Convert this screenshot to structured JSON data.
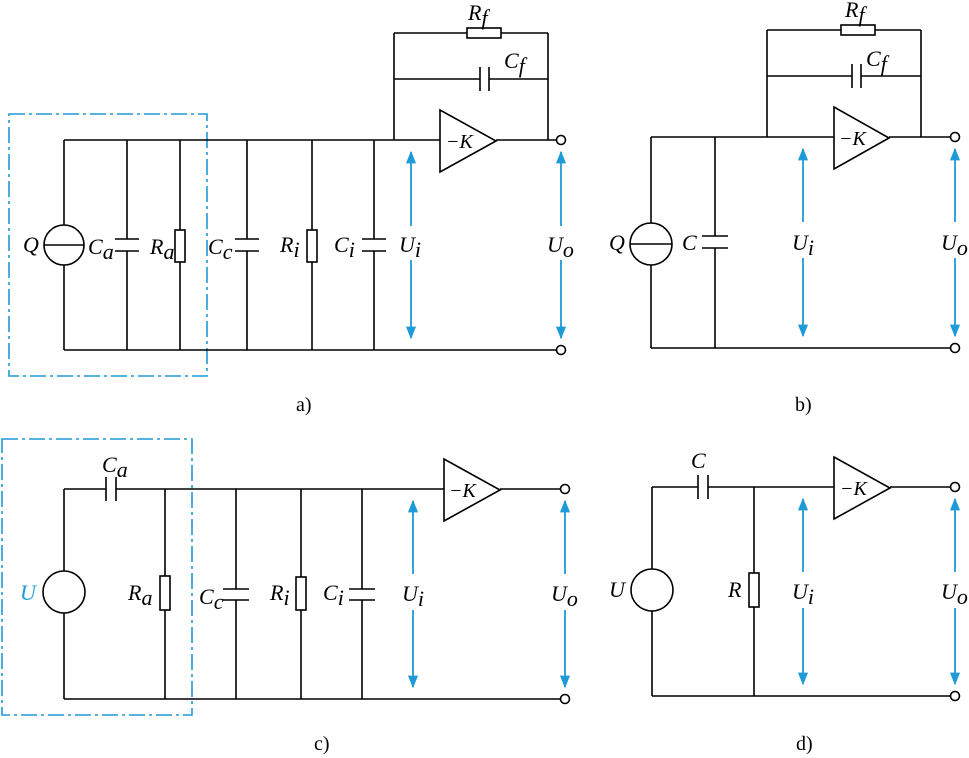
{
  "labels": {
    "Q": "Q",
    "U": "U",
    "K": "−K",
    "C": "C",
    "R": "R",
    "Ui": "U",
    "Uo": "U",
    "sub_a": "a",
    "sub_c": "c",
    "sub_i": "i",
    "sub_o": "o",
    "sub_f": "f",
    "Rf": "R",
    "Cf": "C",
    "Ca": "C",
    "Ra": "R",
    "Cc": "C",
    "Ri": "R",
    "Ci": "C"
  },
  "captions": {
    "a": "a)",
    "b": "b)",
    "c": "c)",
    "d": "d)"
  },
  "colors": {
    "wire": "#000000",
    "arrow": "#1e9ad6",
    "source_box": "#1e9ad6"
  }
}
